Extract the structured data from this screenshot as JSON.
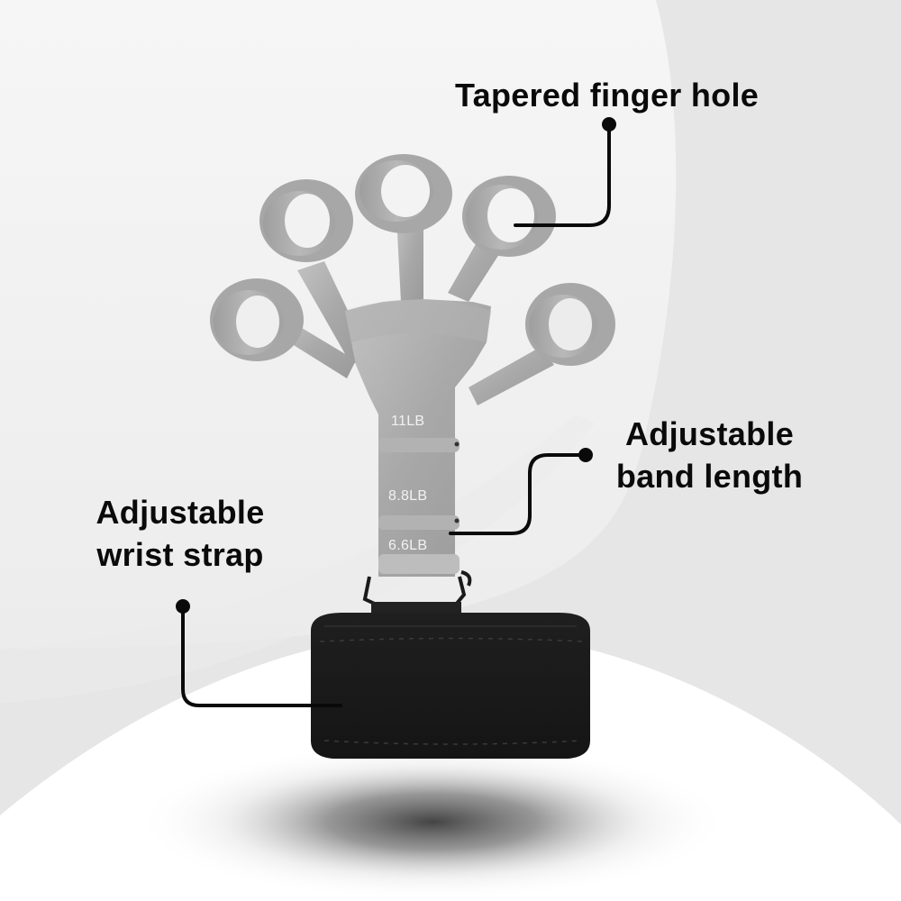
{
  "colors": {
    "background_outer": "#e6e6e6",
    "background_inner": "#f4f4f4",
    "floor": "#ffffff",
    "product_metal": "#a9a9a9",
    "strap": "#1b1b1b",
    "callout_line": "#0a0a0a"
  },
  "callouts": [
    {
      "id": "finger-hole",
      "lines": [
        "Tapered finger hole"
      ]
    },
    {
      "id": "band-length",
      "lines": [
        "Adjustable",
        "band length"
      ]
    },
    {
      "id": "wrist-strap",
      "lines": [
        "Adjustable",
        "wrist strap"
      ]
    }
  ],
  "product": {
    "name_icon": "finger-exerciser",
    "resistance_levels": [
      "11LB",
      "8.8LB",
      "6.6LB"
    ]
  }
}
